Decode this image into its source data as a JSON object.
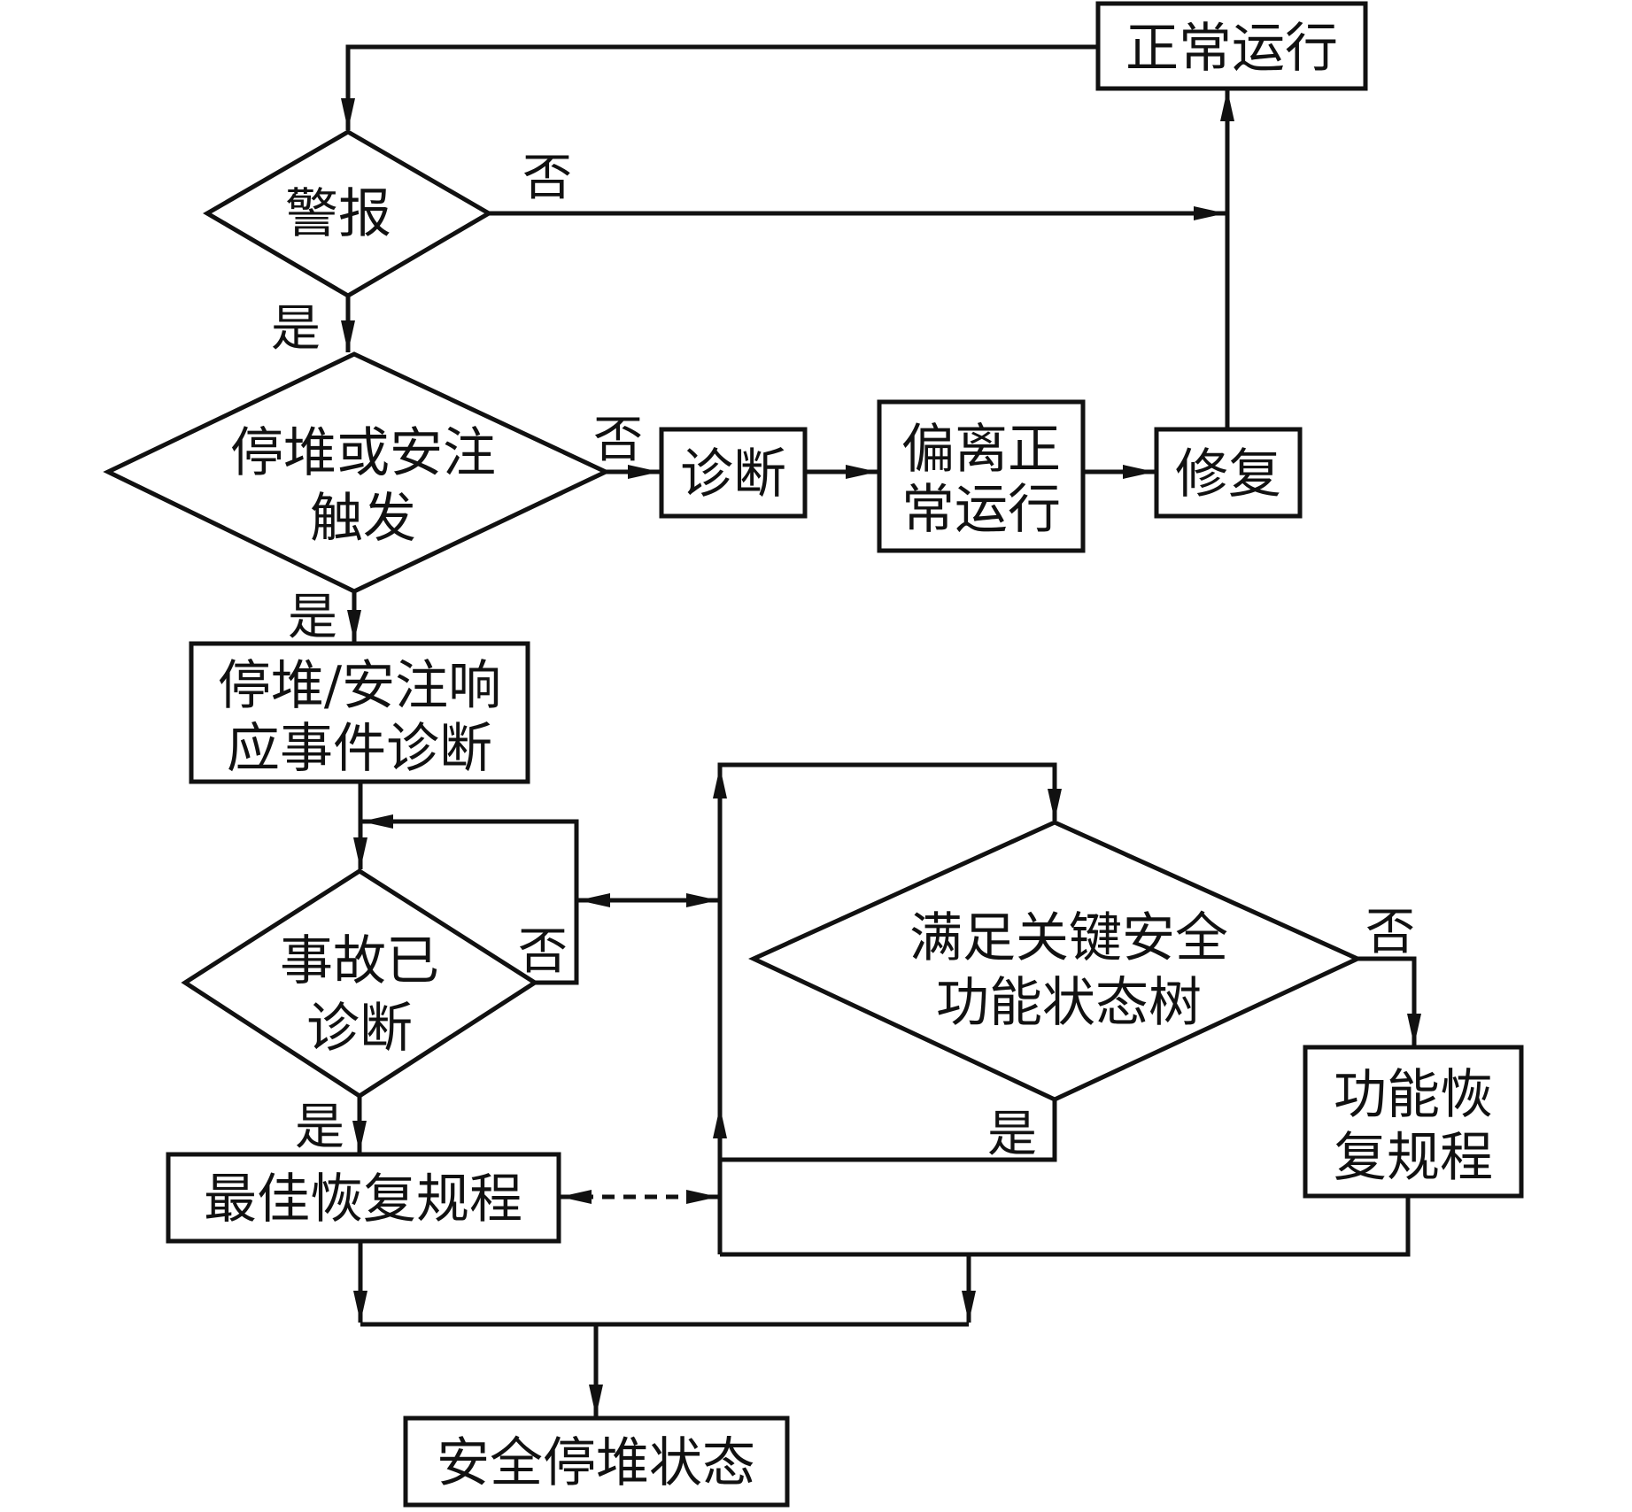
{
  "diagram": {
    "nodes": {
      "normal_operation": {
        "type": "process",
        "lines": [
          "正常运行"
        ]
      },
      "alarm": {
        "type": "decision",
        "lines": [
          "警报"
        ]
      },
      "trip_triggered": {
        "type": "decision",
        "lines": [
          "停堆或安注",
          "触发"
        ]
      },
      "diagnosis": {
        "type": "process",
        "lines": [
          "诊断"
        ]
      },
      "deviation": {
        "type": "process",
        "lines": [
          "偏离正",
          "常运行"
        ]
      },
      "repair": {
        "type": "process",
        "lines": [
          "修复"
        ]
      },
      "event_diagnosis": {
        "type": "process",
        "lines": [
          "停堆/安注响",
          "应事件诊断"
        ]
      },
      "accident_diagnosed": {
        "type": "decision",
        "lines": [
          "事故已",
          "诊断"
        ]
      },
      "optimal_recovery": {
        "type": "process",
        "lines": [
          "最佳恢复规程"
        ]
      },
      "csf_satisfied": {
        "type": "decision",
        "lines": [
          "满足关键安全",
          "功能状态树"
        ]
      },
      "function_recovery": {
        "type": "process",
        "lines": [
          "功能恢",
          "复规程"
        ]
      },
      "safe_shutdown": {
        "type": "process",
        "lines": [
          "安全停堆状态"
        ]
      }
    },
    "edge_labels": {
      "alarm_no": "否",
      "alarm_yes": "是",
      "trip_no": "否",
      "trip_yes": "是",
      "accident_no": "否",
      "accident_yes": "是",
      "csf_no": "否",
      "csf_yes": "是"
    },
    "edges": [
      {
        "from": "normal_operation",
        "to": "alarm"
      },
      {
        "from": "alarm",
        "to": "normal_operation",
        "label": "否"
      },
      {
        "from": "alarm",
        "to": "trip_triggered",
        "label": "是"
      },
      {
        "from": "trip_triggered",
        "to": "diagnosis",
        "label": "否"
      },
      {
        "from": "diagnosis",
        "to": "deviation"
      },
      {
        "from": "deviation",
        "to": "repair"
      },
      {
        "from": "repair",
        "to": "normal_operation"
      },
      {
        "from": "trip_triggered",
        "to": "event_diagnosis",
        "label": "是"
      },
      {
        "from": "event_diagnosis",
        "to": "accident_diagnosed"
      },
      {
        "from": "accident_diagnosed",
        "to": "accident_diagnosed",
        "label": "否"
      },
      {
        "from": "accident_diagnosed",
        "to": "optimal_recovery",
        "label": "是"
      },
      {
        "from": "accident_diagnosed",
        "to": "csf_satisfied",
        "bidirectional": true
      },
      {
        "from": "optimal_recovery",
        "to": "csf_satisfied",
        "bidirectional": true,
        "style": "dashed"
      },
      {
        "from": "csf_satisfied",
        "to": "function_recovery",
        "label": "否"
      },
      {
        "from": "csf_satisfied",
        "to": "csf_satisfied",
        "label": "是"
      },
      {
        "from": "function_recovery",
        "to": "csf_satisfied"
      },
      {
        "from": "optimal_recovery",
        "to": "safe_shutdown"
      },
      {
        "from": "function_recovery",
        "to": "safe_shutdown"
      }
    ]
  }
}
